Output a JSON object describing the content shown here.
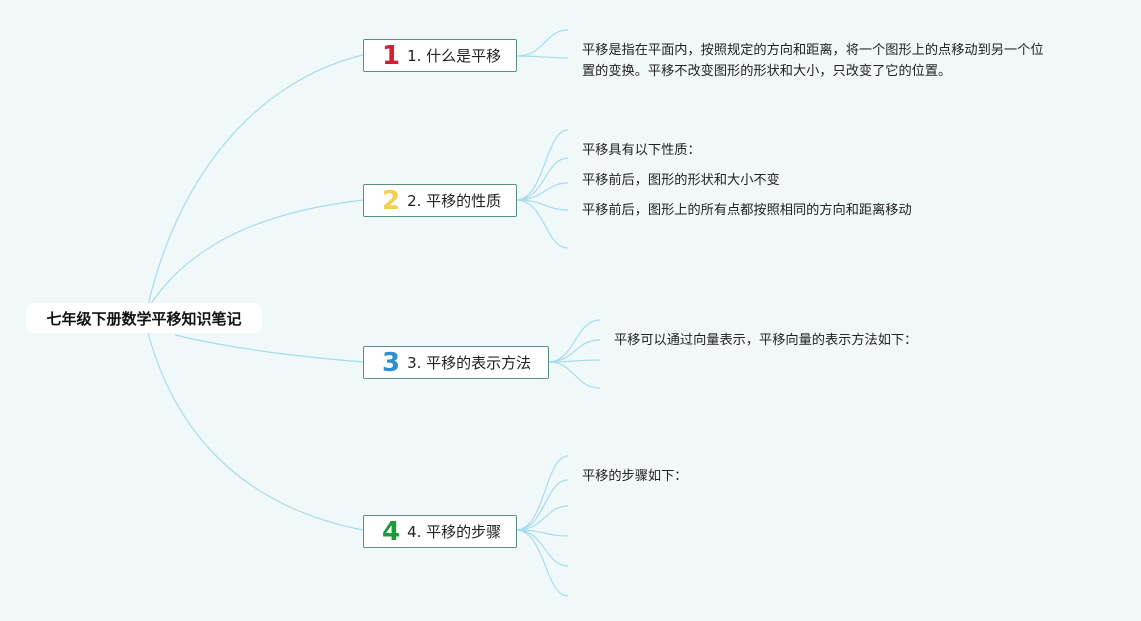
{
  "root": {
    "title": "七年级下册数学平移知识笔记"
  },
  "topics": [
    {
      "number": "1",
      "color": "#d42030",
      "label": "1. 什么是平移"
    },
    {
      "number": "2",
      "color": "#f2cf52",
      "label": "2. 平移的性质"
    },
    {
      "number": "3",
      "color": "#2e8fd0",
      "label": "3. 平移的表示方法"
    },
    {
      "number": "4",
      "color": "#1e9a3a",
      "label": "4. 平移的步骤"
    }
  ],
  "details": {
    "topic1": [
      "平移是指在平面内，按照规定的方向和距离，将一个图形上的点移动到另一个位",
      "置的变换。平移不改变图形的形状和大小，只改变了它的位置。"
    ],
    "topic2": [
      "平移具有以下性质：",
      "平移前后，图形的形状和大小不变",
      "平移前后，图形上的所有点都按照相同的方向和距离移动"
    ],
    "topic3": [
      "平移可以通过向量表示，平移向量的表示方法如下："
    ],
    "topic4": [
      "平移的步骤如下："
    ]
  }
}
